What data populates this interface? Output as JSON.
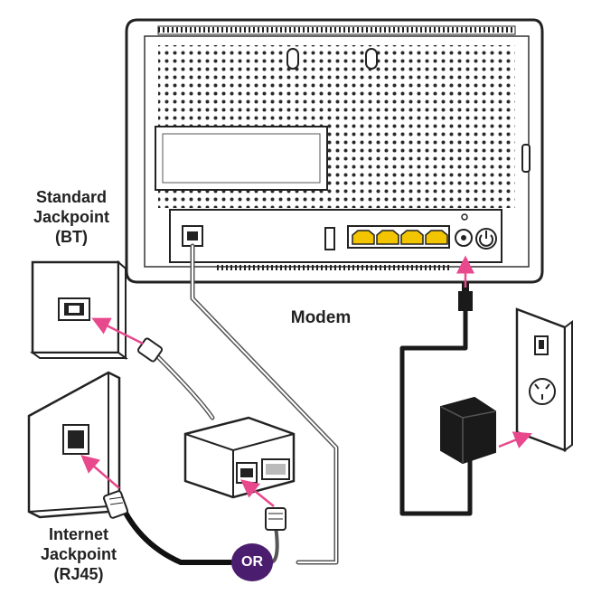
{
  "labels": {
    "standard_jackpoint": [
      "Standard",
      "Jackpoint",
      "(BT)"
    ],
    "internet_jackpoint": [
      "Internet",
      "Jackpoint",
      "(RJ45)"
    ],
    "modem": "Modem",
    "or": "OR"
  },
  "colors": {
    "arrow": "#e8488c",
    "badge": "#4b1d6e",
    "lan_port": "#f2c500",
    "line": "#1a1a1a"
  }
}
